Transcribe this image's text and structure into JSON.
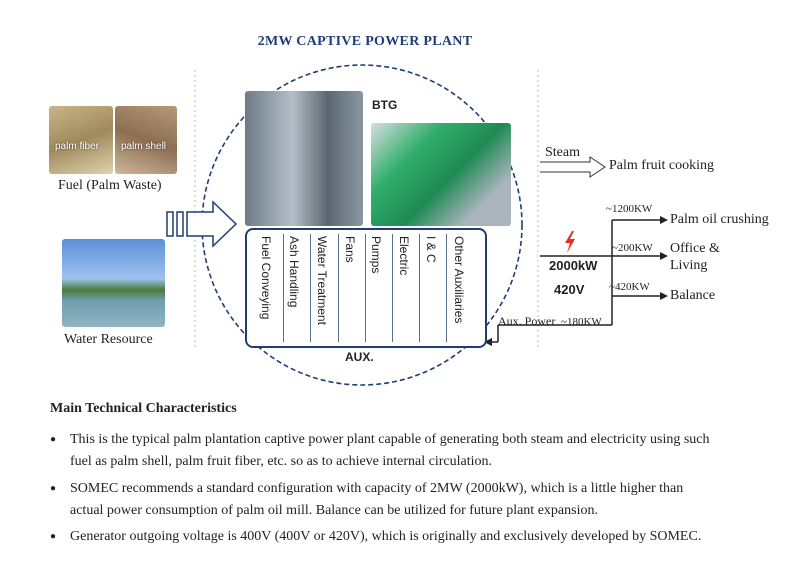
{
  "title": "2MW CAPTIVE POWER PLANT",
  "fuel": {
    "palm_fiber_label": "palm fiber",
    "palm_shell_label": "palm shell",
    "caption": "Fuel (Palm Waste)"
  },
  "water": {
    "caption": "Water Resource"
  },
  "btg_label": "BTG",
  "aux": {
    "columns": [
      "Fuel Conveying",
      "Ash Handling",
      "Water Treatment",
      "Fans",
      "Pumps",
      "Electric",
      "I & C",
      "Other Auxiliaries"
    ],
    "label": "AUX."
  },
  "outputs": {
    "steam_label": "Steam",
    "steam_target": "Palm fruit cooking",
    "power_icon": "lightning-icon",
    "generation": "2000kW",
    "voltage": "420V",
    "branches": [
      {
        "amount": "~1200KW",
        "target": "Palm oil crushing"
      },
      {
        "amount": "~200KW",
        "target": "Office & Living"
      },
      {
        "amount": "~420KW",
        "target": "Balance"
      }
    ],
    "aux_power_label": "Aux. Power",
    "aux_power_amount": "~180KW"
  },
  "characteristics": {
    "heading": "Main Technical Characteristics",
    "bullets": [
      "This is the typical palm plantation captive power plant capable of generating both steam and electricity using such fuel as palm shell, palm fruit fiber, etc. so as to achieve internal circulation.",
      "SOMEC recommends a standard configuration with capacity of 2MW (2000kW), which is a little higher than actual power consumption of palm oil mill. Balance can be utilized for future plant expansion.",
      "Generator outgoing voltage is 400V (400V or 420V), which is originally and exclusively developed by SOMEC."
    ]
  },
  "colors": {
    "accent": "#1f3e75",
    "lightning": "#e0301e",
    "turbine": "#2fae6a"
  }
}
